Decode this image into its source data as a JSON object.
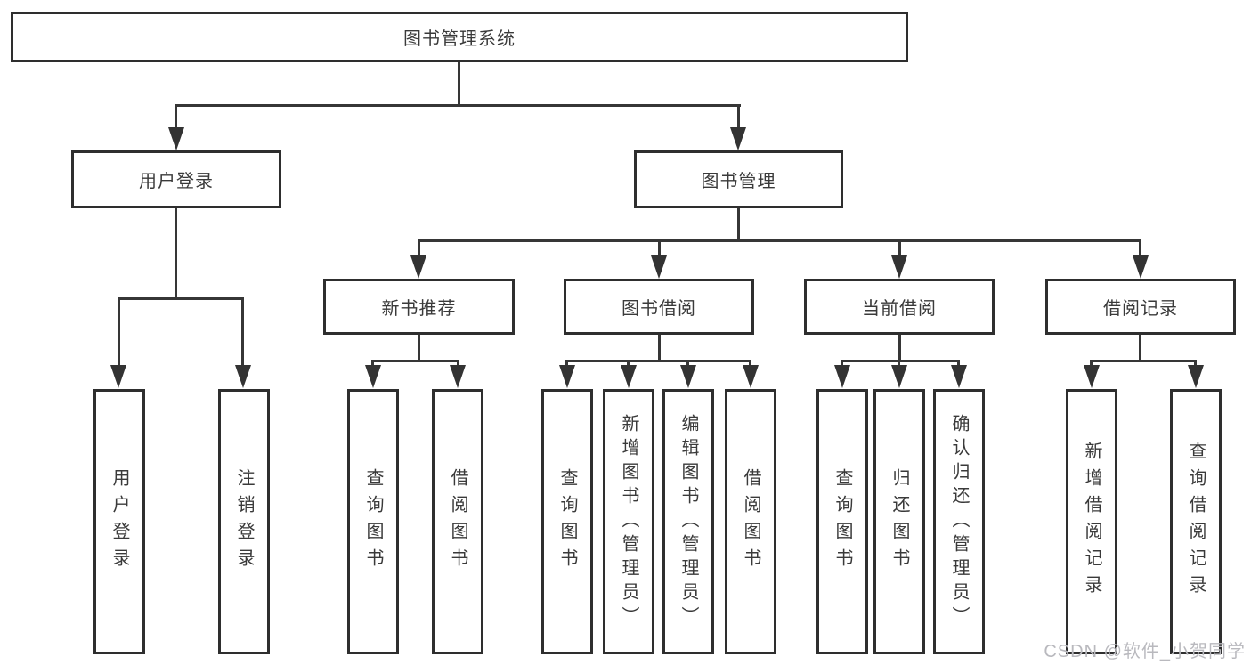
{
  "diagram_type": "hierarchy-tree",
  "tree": {
    "root": {
      "label": "图书管理系统"
    },
    "children": [
      {
        "id": "user-login",
        "label": "用户登录",
        "leaves": [
          {
            "label": "用户登录"
          },
          {
            "label": "注销登录"
          }
        ]
      },
      {
        "id": "book-management",
        "label": "图书管理",
        "children": [
          {
            "id": "new-book-recommend",
            "label": "新书推荐",
            "leaves": [
              {
                "label": "查询图书"
              },
              {
                "label": "借阅图书"
              }
            ]
          },
          {
            "id": "book-borrow",
            "label": "图书借阅",
            "leaves": [
              {
                "label": "查询图书"
              },
              {
                "label": "新增图书（管理员）"
              },
              {
                "label": "编辑图书（管理员）"
              },
              {
                "label": "借阅图书"
              }
            ]
          },
          {
            "id": "current-borrow",
            "label": "当前借阅",
            "leaves": [
              {
                "label": "查询图书"
              },
              {
                "label": "归还图书"
              },
              {
                "label": "确认归还（管理员）"
              }
            ]
          },
          {
            "id": "borrow-records",
            "label": "借阅记录",
            "leaves": [
              {
                "label": "新增借阅记录"
              },
              {
                "label": "查询借阅记录"
              }
            ]
          }
        ]
      }
    ]
  },
  "watermark": {
    "text": "CSDN @软件_小贺同学"
  },
  "colors": {
    "line": "#363636",
    "box_border": "#2e2e2e",
    "text": "#3a3a3a",
    "watermark": "#b9b9be",
    "background": "#ffffff"
  }
}
